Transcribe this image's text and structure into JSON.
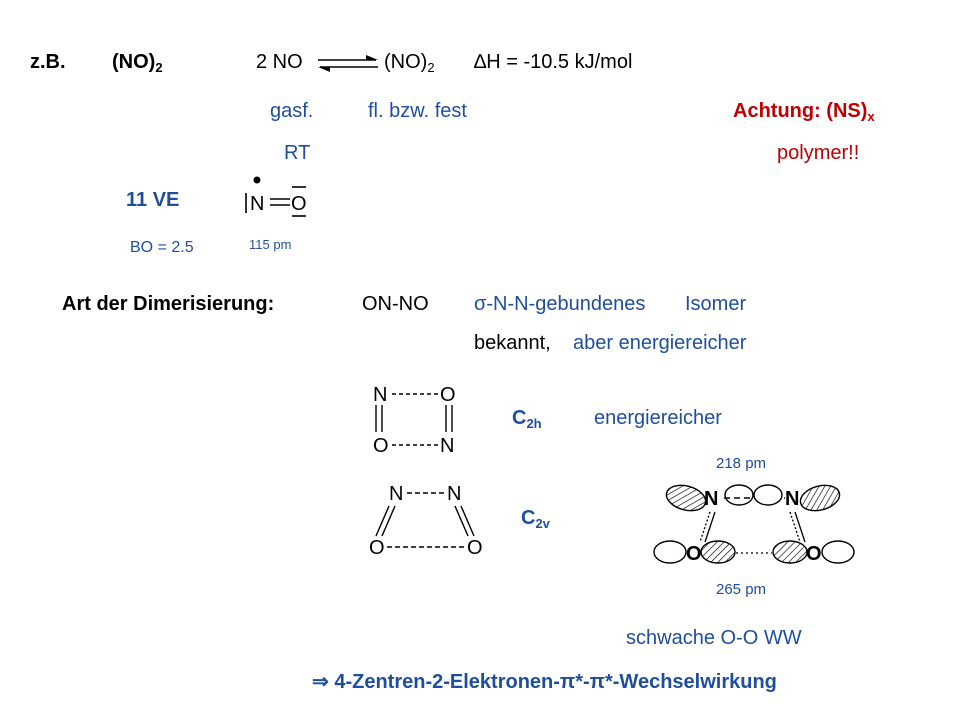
{
  "header": {
    "zb": "z.B.",
    "no2_main": "(NO)",
    "no2_main_sub": "2",
    "eq_left": "2 NO",
    "eq_right": "(NO)",
    "eq_right_sub": "2",
    "delta_h": "∆H = -10.5 kJ/mol"
  },
  "states": {
    "gas": "gasf.",
    "liquid_solid": "fl. bzw. fest",
    "rt": "RT"
  },
  "warning": {
    "title": "Achtung: (NS)",
    "title_sub": "x",
    "polymer": "polymer!!"
  },
  "no_molecule": {
    "ve": "11 VE",
    "bo": "BO = 2.5",
    "bond_length": "115 pm",
    "atom_n": "N",
    "atom_o": "O"
  },
  "dimer": {
    "label": "Art der Dimerisierung:",
    "on_no": "ON-NO",
    "sigma": "σ-N-N-gebundenes",
    "isomer": "Isomer",
    "known": "bekannt,",
    "energy_note": "aber energiereicher"
  },
  "c2h": {
    "label": "C",
    "label_sub": "2h",
    "desc": "energiereicher",
    "atom_n": "N",
    "atom_o": "O"
  },
  "c2v": {
    "label": "C",
    "label_sub": "2v",
    "atom_n": "N",
    "atom_o": "O"
  },
  "orbital": {
    "nn_distance": "218 pm",
    "oo_distance": "265 pm",
    "atom_n": "N",
    "atom_o": "O"
  },
  "summary": {
    "weak": "schwache O-O WW",
    "arrow": "⇒",
    "conclusion": "4-Zentren-2-Elektronen-π*-π*-Wechselwirkung"
  },
  "colors": {
    "blue": "#1f4e9e",
    "red": "#c00000",
    "black": "#000000"
  }
}
